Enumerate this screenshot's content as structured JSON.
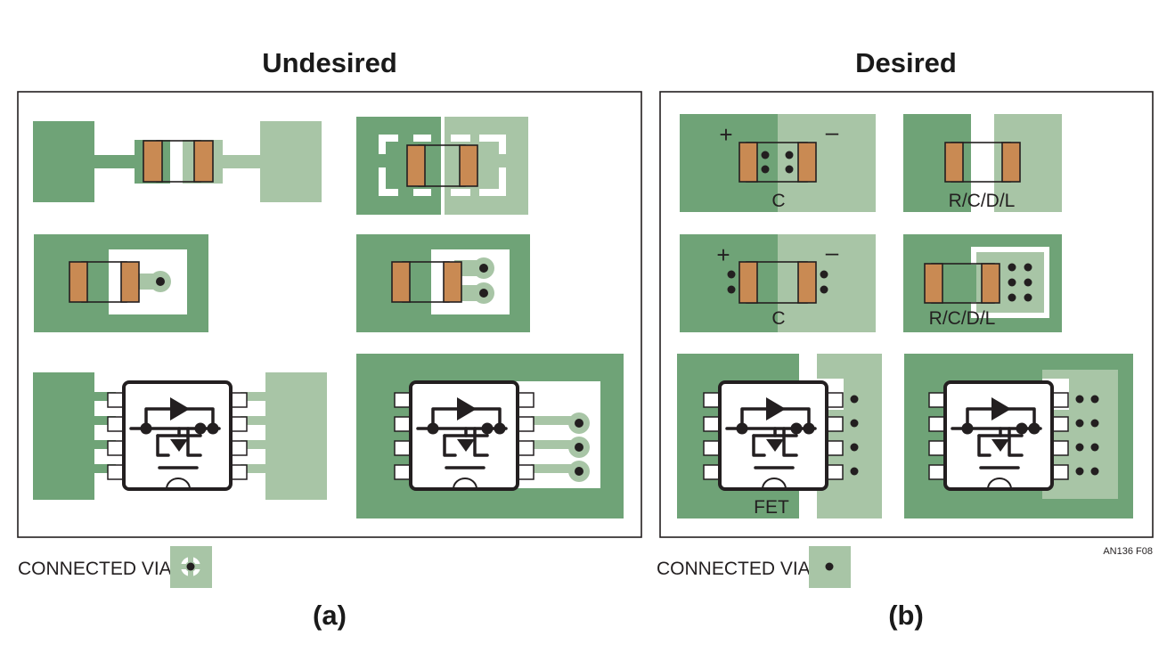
{
  "figure": {
    "panel_a": {
      "title": "Undesired",
      "legend_label": "CONNECTED VIA",
      "caption": "(a)"
    },
    "panel_b": {
      "title": "Desired",
      "legend_label": "CONNECTED VIA",
      "caption": "(b)",
      "labels": {
        "cap_plus": "+",
        "cap_minus": "–",
        "cap_label": "C",
        "rcdl_label": "R/C/D/L",
        "fet_label": "FET"
      }
    },
    "figure_id": "AN136 F08"
  },
  "colors": {
    "copper_dark": "#6fa377",
    "copper_light": "#a8c5a6",
    "pad": "#c98a53",
    "ink": "#231f20"
  }
}
